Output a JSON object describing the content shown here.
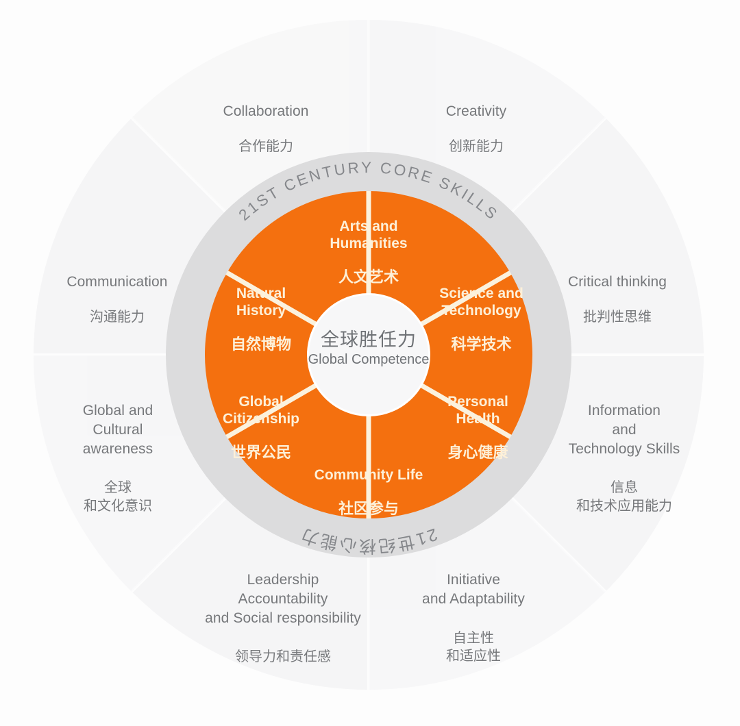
{
  "colors": {
    "background": "#fdfdfd",
    "outer_ring": "#f4f4f5",
    "outer_ring_alt": "#f7f7f8",
    "mid_ring": "#dcdcdd",
    "segment_orange": "#f4700f",
    "divider": "#fbf2de",
    "hub_fill": "#f7f7f8",
    "outer_text": "#76787b",
    "segment_text": "#fdf0d8",
    "hub_text": "#6f7276",
    "ring_text": "#85878b"
  },
  "hub": {
    "zh": "全球胜任力",
    "en": "Global Competence"
  },
  "ring_text": {
    "top": "21ST CENTURY CORE SKILLS",
    "bottom": "21世纪核心能力"
  },
  "segments": [
    {
      "id": "arts-and-humanities",
      "en": "Arts and\nHumanities",
      "zh": "人文艺术"
    },
    {
      "id": "science-and-technology",
      "en": "Science and\nTechnology",
      "zh": "科学技术"
    },
    {
      "id": "personal-health",
      "en": "Personal\nHealth",
      "zh": "身心健康"
    },
    {
      "id": "community-life",
      "en": "Community Life",
      "zh": "社区参与"
    },
    {
      "id": "global-citizenship",
      "en": "Global\nCitizenship",
      "zh": "世界公民"
    },
    {
      "id": "natural-history",
      "en": "Natural\nHistory",
      "zh": "自然博物"
    }
  ],
  "outer_skills": [
    {
      "id": "creativity",
      "en": "Creativity",
      "zh": "创新能力"
    },
    {
      "id": "critical-thinking",
      "en": "Critical thinking",
      "zh": "批判性思维"
    },
    {
      "id": "information-and-technology-skills",
      "en": "Information\nand\nTechnology Skills",
      "zh": "信息\n和技术应用能力"
    },
    {
      "id": "initiative-and-adaptability",
      "en": "Initiative\nand Adaptability",
      "zh": "自主性\n和适应性"
    },
    {
      "id": "leadership-accountability-and-social-responsibility",
      "en": "Leadership\nAccountability\nand Social responsibility",
      "zh": "领导力和责任感"
    },
    {
      "id": "global-and-cultural-awareness",
      "en": "Global and\nCultural\nawareness",
      "zh": "全球\n和文化意识"
    },
    {
      "id": "communication",
      "en": "Communication",
      "zh": "沟通能力"
    },
    {
      "id": "collaboration",
      "en": "Collaboration",
      "zh": "合作能力"
    }
  ]
}
